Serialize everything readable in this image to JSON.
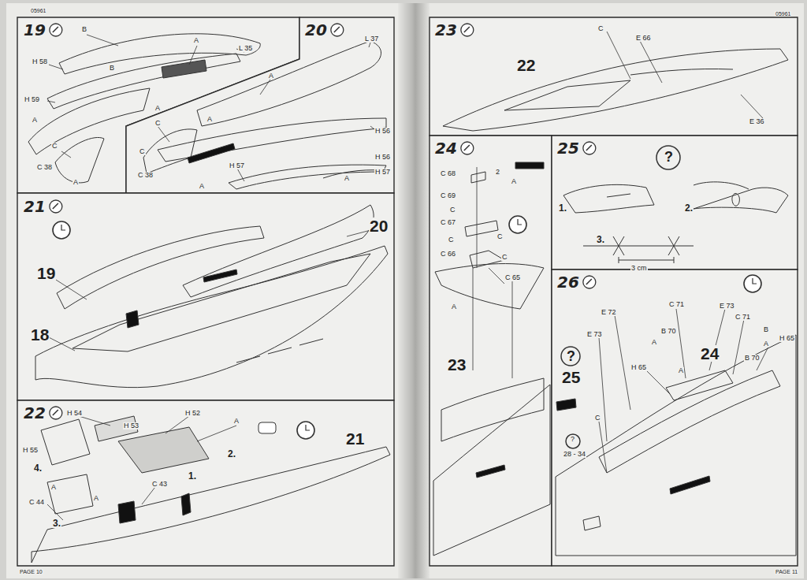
{
  "diagram": {
    "nodes": [
      {
        "text": [
          "19"
        ]
      },
      {
        "text": [
          "20"
        ]
      },
      {
        "text": [
          "21"
        ]
      },
      {
        "text": [
          "22"
        ]
      },
      {
        "text": [
          "23"
        ]
      },
      {
        "text": [
          "24"
        ]
      },
      {
        "text": [
          "25"
        ]
      },
      {
        "text": [
          "26"
        ]
      }
    ],
    "labels": [
      "05961",
      "05961",
      "PAGE 10",
      "PAGE 11",
      "B",
      "A",
      "L 35",
      "H 58",
      "B",
      "H 59",
      "A",
      "A",
      "C",
      "C 38",
      "A",
      "L 37",
      "A",
      "C",
      "A",
      "C",
      "H 56",
      "C 38",
      "H 57",
      "A",
      "H 56",
      "A",
      "H 57",
      "19",
      "18",
      "20",
      "H 54",
      "H 52",
      "H 55",
      "H 53",
      "2.",
      "A",
      "1.",
      "C 43",
      "4.",
      "C 44",
      "A",
      "3.",
      "A",
      "21",
      "C",
      "E 66",
      "22",
      "E 36",
      "C 68",
      "2",
      "A",
      "C 69",
      "C",
      "C 67",
      "C",
      "C",
      "C 66",
      "C",
      "C 65",
      "A",
      "23",
      "?",
      "1.",
      "2.",
      "3.",
      "3 cm",
      "E 73",
      "E 72",
      "C 71",
      "E 73",
      "C 71",
      "B 70",
      "H 65",
      "A",
      "B 70",
      "H 65",
      "B",
      "A",
      "A",
      "24",
      "?",
      "25",
      "C",
      "?",
      "28 - 34"
    ]
  }
}
